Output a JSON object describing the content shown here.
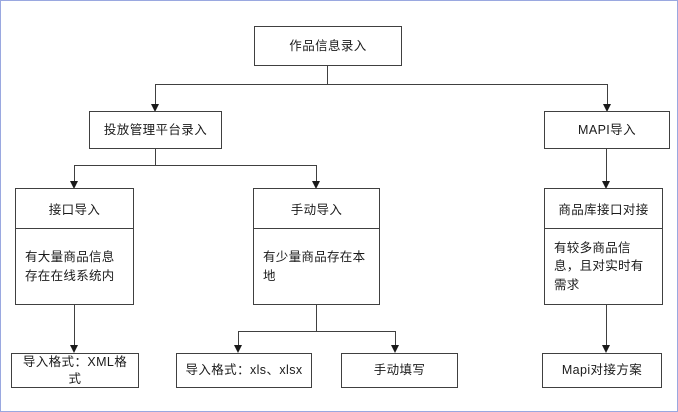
{
  "diagram": {
    "type": "flowchart",
    "orientation": "top-down",
    "frame_color": "#9aa8e0",
    "box_border_color": "#404040",
    "background": "#ffffff",
    "nodes": {
      "root": {
        "label": "作品信息录入"
      },
      "level2": [
        {
          "id": "platform",
          "label": "投放管理平台录入"
        },
        {
          "id": "mapi",
          "label": "MAPI导入"
        }
      ],
      "level3": [
        {
          "id": "api-import",
          "header": "接口导入",
          "body": "有大量商品信息存在在线系统内"
        },
        {
          "id": "manual-import",
          "header": "手动导入",
          "body": "有少量商品存在本地"
        },
        {
          "id": "goods-api",
          "header": "商品库接口对接",
          "body": "有较多商品信息，且对实时有需求"
        }
      ],
      "level4": [
        {
          "id": "xml-format",
          "label": "导入格式：XML格式"
        },
        {
          "id": "xls-format",
          "label": "导入格式：xls、xlsx"
        },
        {
          "id": "manual-fill",
          "label": "手动填写"
        },
        {
          "id": "mapi-plan",
          "label": "Mapi对接方案"
        }
      ]
    },
    "edges": [
      {
        "from": "root",
        "to": "platform"
      },
      {
        "from": "root",
        "to": "mapi"
      },
      {
        "from": "platform",
        "to": "api-import"
      },
      {
        "from": "platform",
        "to": "manual-import"
      },
      {
        "from": "api-import",
        "to": "xml-format"
      },
      {
        "from": "manual-import",
        "to": "xls-format"
      },
      {
        "from": "manual-import",
        "to": "manual-fill"
      },
      {
        "from": "mapi",
        "to": "goods-api"
      },
      {
        "from": "goods-api",
        "to": "mapi-plan"
      }
    ]
  }
}
